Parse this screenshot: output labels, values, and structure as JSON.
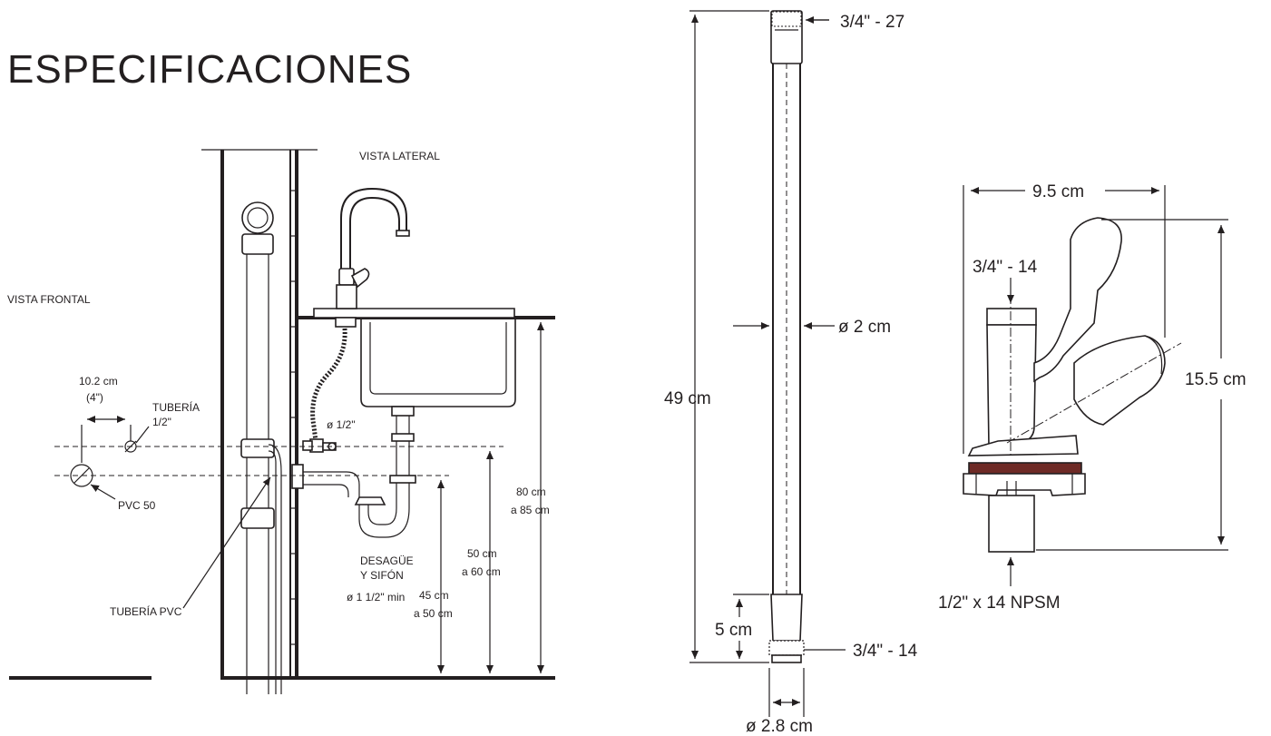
{
  "title": "ESPECIFICACIONES",
  "install": {
    "lateral_view": "VISTA LATERAL",
    "front_view": "VISTA FRONTAL",
    "offset_cm": "10.2 cm",
    "offset_in": "(4\")",
    "pipe_label_1": "TUBERÍA",
    "pipe_label_2": "1/2\"",
    "pvc50": "PVC 50",
    "pvc_pipe": "TUBERÍA PVC",
    "hose_dia": "ø 1/2\"",
    "drain_1": "DESAGÜE",
    "drain_2": "Y SIFÓN",
    "drain_3": "ø 1 1/2\" min",
    "h_80_1": "80 cm",
    "h_80_2": "a 85 cm",
    "h_50_1": "50 cm",
    "h_50_2": "a 60 cm",
    "h_45_1": "45 cm",
    "h_45_2": "a 50 cm"
  },
  "hose": {
    "top_thread": "3/4\" - 27",
    "diameter": "ø 2 cm",
    "length": "49 cm",
    "end_length": "5 cm",
    "bottom_thread": "3/4\" - 14",
    "bottom_dia": "ø 2.8 cm"
  },
  "valve": {
    "width": "9.5 cm",
    "height": "15.5 cm",
    "inlet_thread": "3/4\" - 14",
    "base_thread": "1/2\" x 14 NPSM"
  }
}
